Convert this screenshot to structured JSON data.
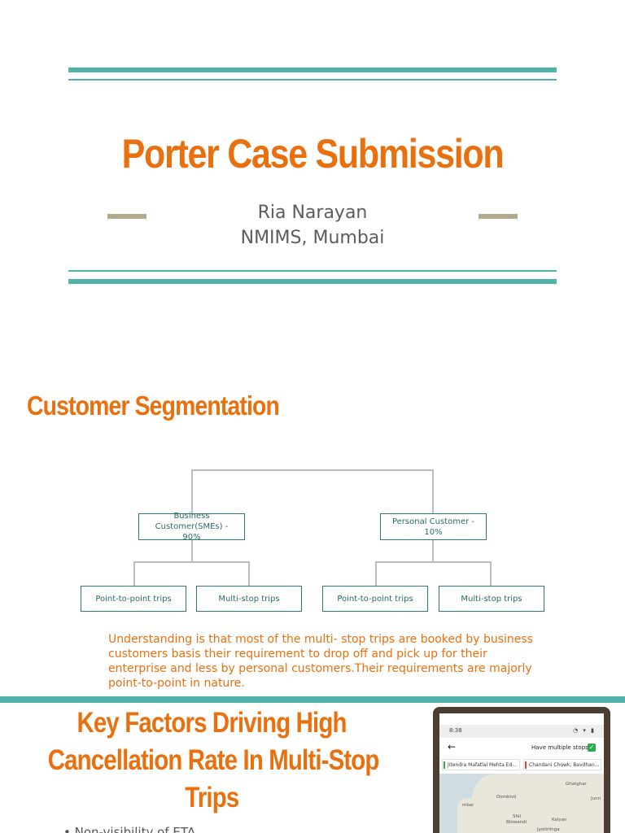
{
  "title_slide": {
    "title": "Porter Case Submission",
    "author": "Ria Narayan",
    "institution": "NMIMS, Mumbai",
    "accent_color": "#e8700f",
    "rule_color": "#4fb3a9"
  },
  "segmentation_slide": {
    "heading": "Customer Segmentation",
    "nodes": {
      "business": "Business Customer(SMEs) - 90%",
      "personal": "Personal Customer - 10%",
      "business_p2p": "Point-to-point trips",
      "business_multi": "Multi-stop trips",
      "personal_p2p": "Point-to-point trips",
      "personal_multi": "Multi-stop trips"
    },
    "note": "Understanding is that most of the multi- stop trips are booked by business customers basis their requirement to drop off and pick up for their enterprise and less by personal customers.Their requirements are majorly point-to-point in nature."
  },
  "factors_slide": {
    "heading_lines": [
      "Key Factors Driving High",
      "Cancellation Rate In  Multi-Stop",
      "Trips"
    ],
    "bullet": "Non-visibility of ETA",
    "phone": {
      "time": "8:38",
      "toggle_label": "Have multiple stops?",
      "stop_1": "Jitendra Mafatlal Mehta Ed...",
      "stop_2": "Chandani Chowk, Bavdhan...",
      "map_labels": [
        "Ghatghar",
        "Dombivli",
        "mbai",
        "Shil",
        "Bhiwandi",
        "Jyotirlinga",
        "Kalyan",
        "Junn"
      ]
    }
  }
}
